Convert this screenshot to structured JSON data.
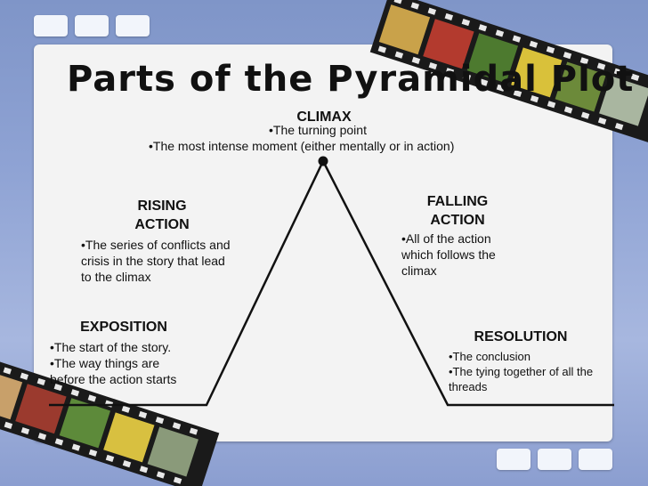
{
  "title": "Parts of the Pyramidal Plot",
  "climax": {
    "heading": "CLIMAX",
    "bullets": [
      "•The turning point",
      "•The most intense moment (either mentally or in action)"
    ]
  },
  "rising_action": {
    "heading_lines": [
      "RISING",
      "ACTION"
    ],
    "text_lines": [
      "•The series of conflicts and",
      "crisis in the story that lead",
      "to the climax"
    ]
  },
  "falling_action": {
    "heading_lines": [
      "FALLING",
      "ACTION"
    ],
    "text_lines": [
      "•All of the action",
      "which follows the",
      "climax"
    ]
  },
  "exposition": {
    "heading": "EXPOSITION",
    "text_lines": [
      "•The start of the story.",
      "•The way things are",
      "before the action starts"
    ]
  },
  "resolution": {
    "heading": "RESOLUTION",
    "text_lines": [
      "•The conclusion",
      "•The tying together of all the",
      "threads"
    ]
  },
  "colors": {
    "background": "#8fa3d4",
    "slide": "#f3f3f3",
    "text": "#111111"
  }
}
